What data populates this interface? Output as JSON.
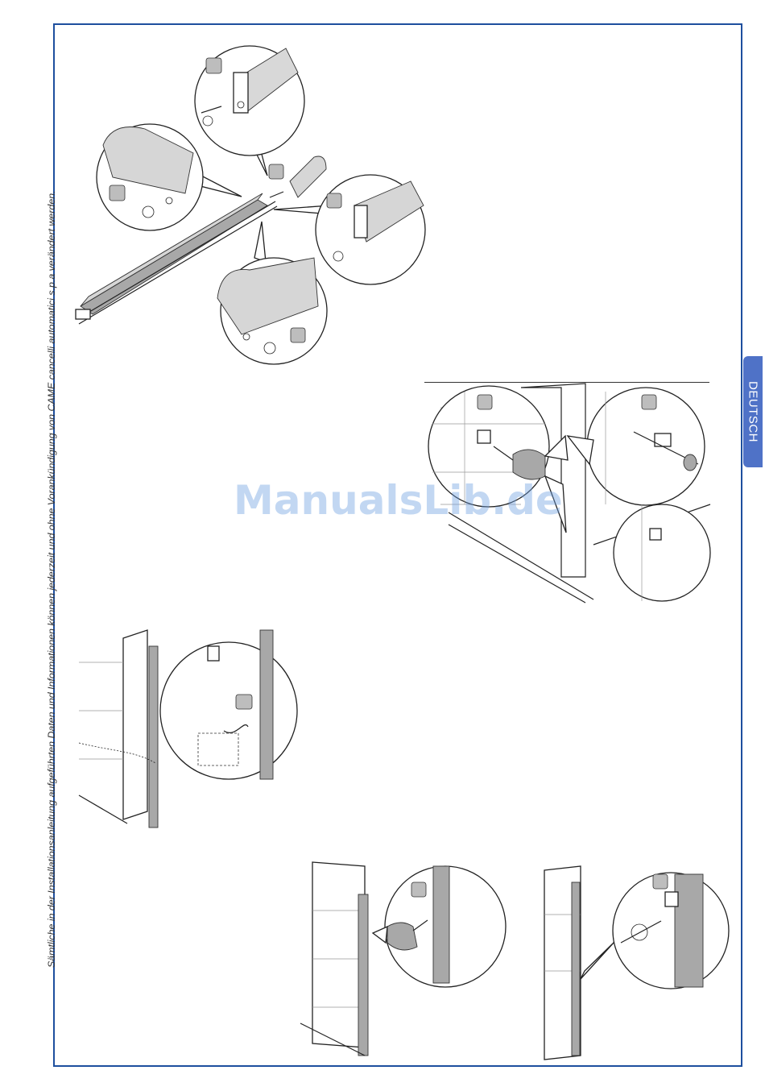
{
  "side_note": "Sämtliche in der Installationsanleitung aufgeführten Daten und Informationen können jederzeit und ohne Vorankündigung von CAME cancelli automatici s.p.a verändert werden.",
  "language_tab": "DEUTSCH",
  "watermark": "ManualsLib.de"
}
